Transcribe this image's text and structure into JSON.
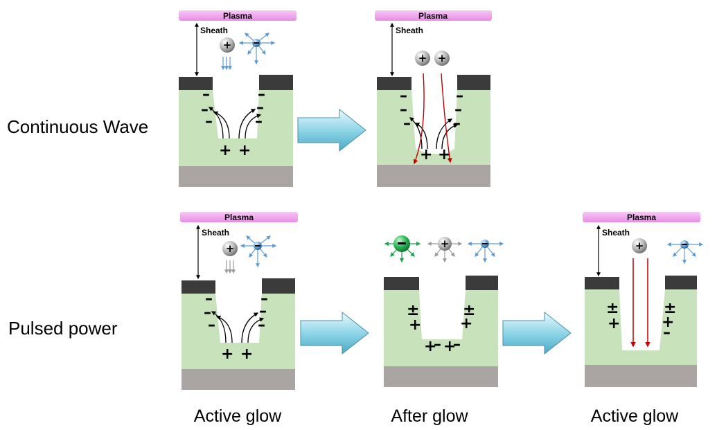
{
  "rows": {
    "continuous": "Continuous Wave",
    "pulsed": "Pulsed power"
  },
  "panel_text": {
    "plasma": "Plasma",
    "sheath": "Sheath"
  },
  "captions": {
    "active1": "Active glow",
    "after": "After glow",
    "active2": "Active glow"
  },
  "colors": {
    "plasma_bar": "#f0a8ee",
    "material": "#c8e2bb",
    "mask": "#3b3b3b",
    "substrate": "#aaa5a3",
    "arrow_blue": "#5b9bd5",
    "ion_path": "#c00000",
    "negative_ion": "#17a84a",
    "big_arrow": "#7fd0e4"
  }
}
